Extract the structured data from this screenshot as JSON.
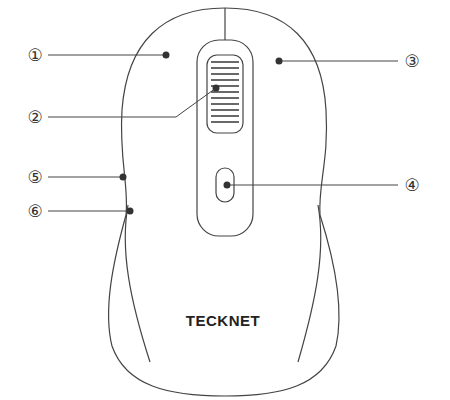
{
  "diagram": {
    "labels": [
      "①",
      "②",
      "③",
      "④",
      "⑤",
      "⑥",
      "TECKNET"
    ]
  }
}
